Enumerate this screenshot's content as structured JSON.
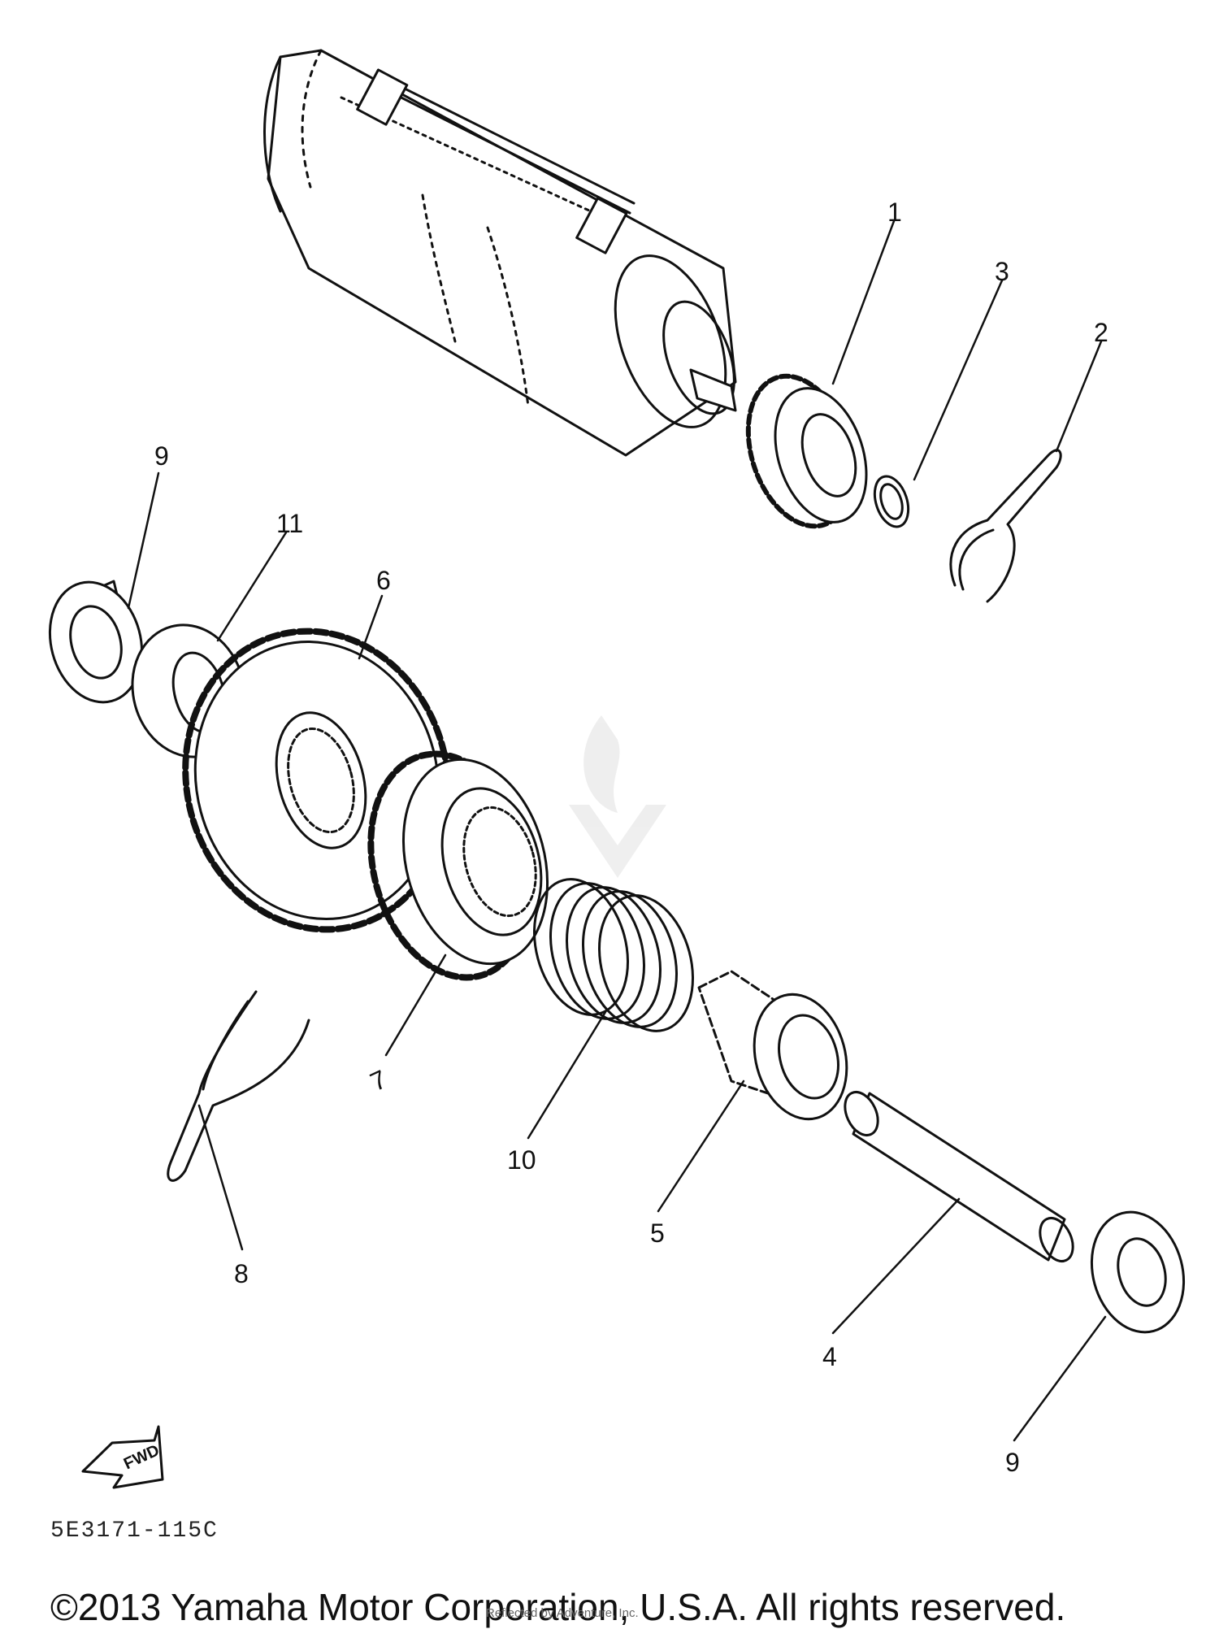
{
  "callouts": {
    "c1": "1",
    "c2": "2",
    "c3": "3",
    "c4": "4",
    "c5": "5",
    "c6": "6",
    "c7": "7",
    "c8": "8",
    "c9a": "9",
    "c9b": "9",
    "c10": "10",
    "c11": "11"
  },
  "fwd_label": "FWD",
  "diagram_code": "5E3171-115C",
  "copyright": "©2013 Yamaha Motor Corporation, U.S.A. All rights reserved.",
  "courtesy": "Reflected by Adventure, Inc."
}
